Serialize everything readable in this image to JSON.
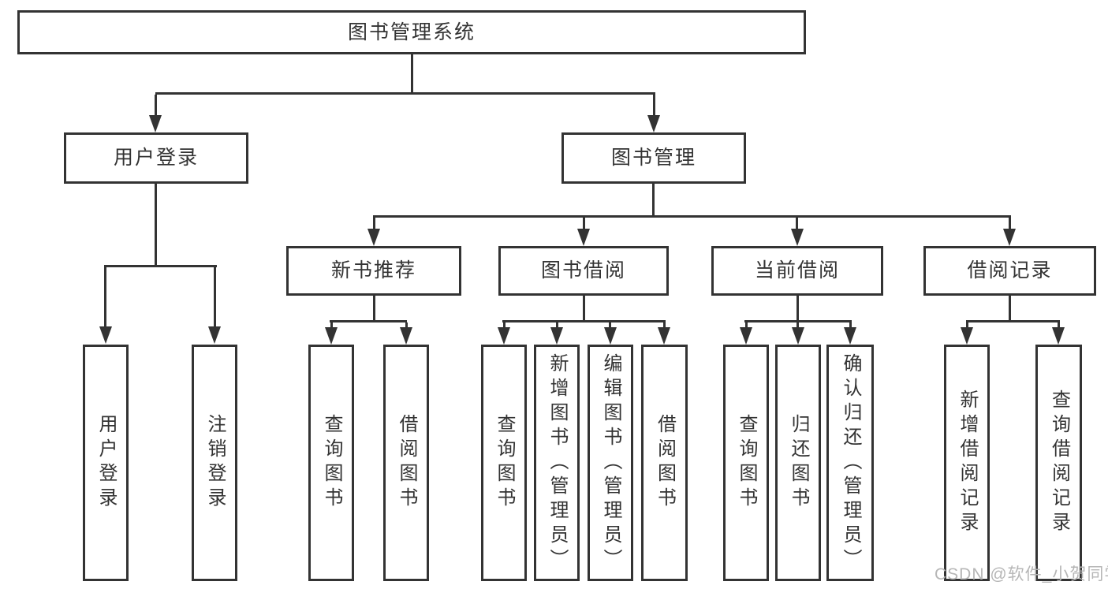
{
  "tree": {
    "root": "图书管理系统",
    "branches": [
      {
        "label": "用户登录",
        "leaves": [
          "用户登录",
          "注销登录"
        ]
      },
      {
        "label": "图书管理",
        "groups": [
          {
            "label": "新书推荐",
            "leaves": [
              "查询图书",
              "借阅图书"
            ]
          },
          {
            "label": "图书借阅",
            "leaves": [
              "查询图书",
              "新增图书（管理员）",
              "编辑图书（管理员）",
              "借阅图书"
            ]
          },
          {
            "label": "当前借阅",
            "leaves": [
              "查询图书",
              "归还图书",
              "确认归还（管理员）"
            ]
          },
          {
            "label": "借阅记录",
            "leaves": [
              "新增借阅记录",
              "查询借阅记录"
            ]
          }
        ]
      }
    ]
  },
  "watermark": "CSDN @软件_小贺同学",
  "colors": {
    "line": "#333333",
    "background": "#ffffff",
    "watermark": "#b6b6b6"
  }
}
